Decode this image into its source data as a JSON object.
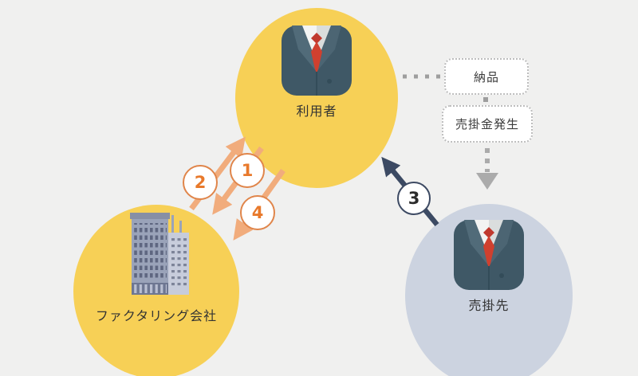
{
  "canvas": {
    "background": "#f0f0ef"
  },
  "nodes": {
    "user": {
      "label": "利用者",
      "fill": "#f7d056",
      "icon": "businessman-suit-icon"
    },
    "factoring_company": {
      "label": "ファクタリング会社",
      "fill": "#f7d056",
      "icon": "office-building-icon"
    },
    "client": {
      "label": "売掛先",
      "fill": "#ccd3e0",
      "icon": "businessman-suit-icon"
    }
  },
  "steps": [
    {
      "number": "1",
      "from": "user",
      "to": "factoring_company",
      "arrow_color": "#f1ac7c",
      "badge_text_color": "#e8792b"
    },
    {
      "number": "2",
      "from": "factoring_company",
      "to": "user",
      "arrow_color": "#f1ac7c",
      "badge_text_color": "#e8792b"
    },
    {
      "number": "3",
      "from": "client",
      "to": "user",
      "arrow_color": "#3c4a63",
      "badge_text_color": "#2b2b2b"
    },
    {
      "number": "4",
      "from": "user",
      "to": "factoring_company",
      "arrow_color": "#f1ac7c",
      "badge_text_color": "#e8792b"
    }
  ],
  "notes": [
    {
      "label": "納品",
      "from": "user"
    },
    {
      "label": "売掛金発生",
      "to": "client"
    }
  ],
  "colors": {
    "dotted_connector": "#9e9e9e",
    "dashed_arrow": "#ababab",
    "suit": "#3f5866",
    "tie": "#d0402f",
    "building_body": "#9aa3b9"
  }
}
